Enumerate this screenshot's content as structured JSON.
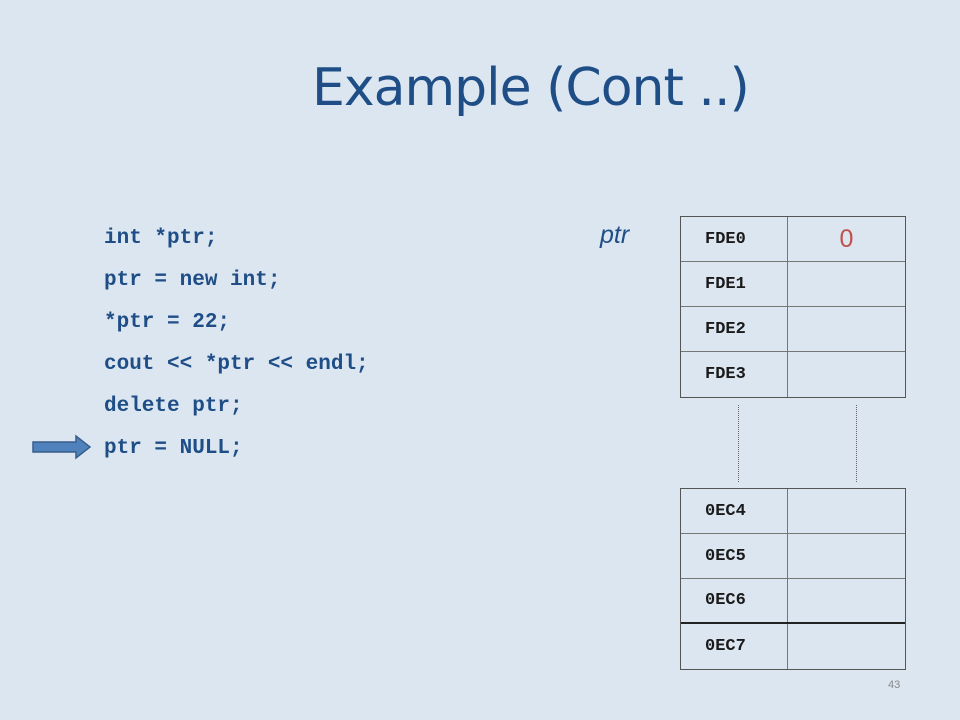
{
  "slide": {
    "title": "Example (Cont ..)",
    "code_lines": [
      "int *ptr;",
      "ptr = new int;",
      "*ptr = 22;",
      "cout << *ptr << endl;",
      "delete ptr;",
      "ptr = NULL;"
    ],
    "current_line_index": 5,
    "pointer_label": "ptr",
    "memory_top": [
      {
        "address": "FDE0",
        "value": "0"
      },
      {
        "address": "FDE1",
        "value": ""
      },
      {
        "address": "FDE2",
        "value": ""
      },
      {
        "address": "FDE3",
        "value": ""
      }
    ],
    "memory_bottom": [
      {
        "address": "0EC4",
        "value": ""
      },
      {
        "address": "0EC5",
        "value": ""
      },
      {
        "address": "0EC6",
        "value": ""
      },
      {
        "address": "0EC7",
        "value": ""
      }
    ],
    "page_number": "43",
    "colors": {
      "background": "#dce6f1",
      "title": "#1f4e87",
      "code": "#1f4e87",
      "value": "#c0504d",
      "arrow_fill": "#4f81bd"
    }
  }
}
